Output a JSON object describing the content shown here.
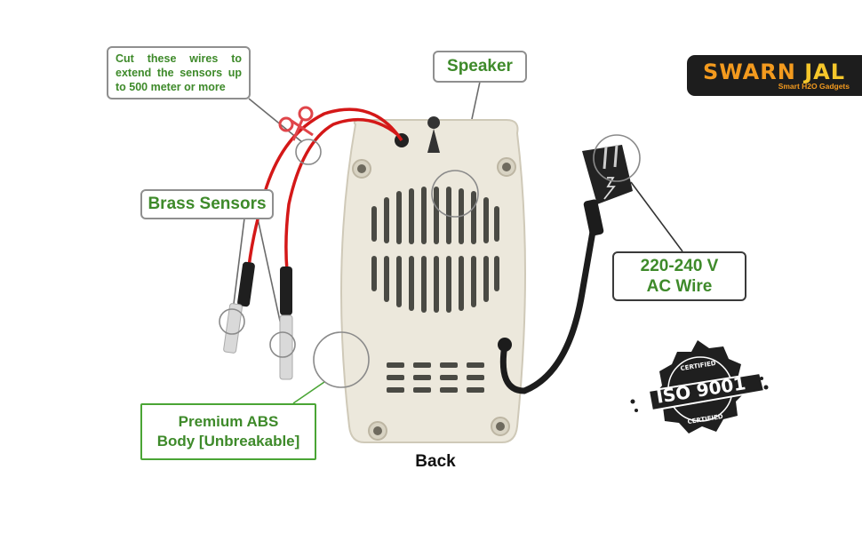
{
  "callouts": {
    "cut_wires": "Cut these wires to extend the sensors up to 500 meter or more",
    "speaker": "Speaker",
    "brass_sensors": "Brass Sensors",
    "ac_wire_line1": "220-240 V",
    "ac_wire_line2": "AC Wire",
    "abs_body_line1": "Premium ABS",
    "abs_body_line2": "Body [Unbreakable]"
  },
  "caption": "Back",
  "logo": {
    "brand_part1": "SWARN ",
    "brand_part2": "JAL",
    "tagline": "Smart H2O Gadgets"
  },
  "badge": {
    "top_text": "CERTIFIED",
    "main_text": "ISO 9001",
    "bottom_text": "CERTIFIED"
  },
  "colors": {
    "accent_green": "#3e8a2a",
    "logo_orange": "#f39a1e",
    "logo_bg": "#1d1d1d"
  }
}
